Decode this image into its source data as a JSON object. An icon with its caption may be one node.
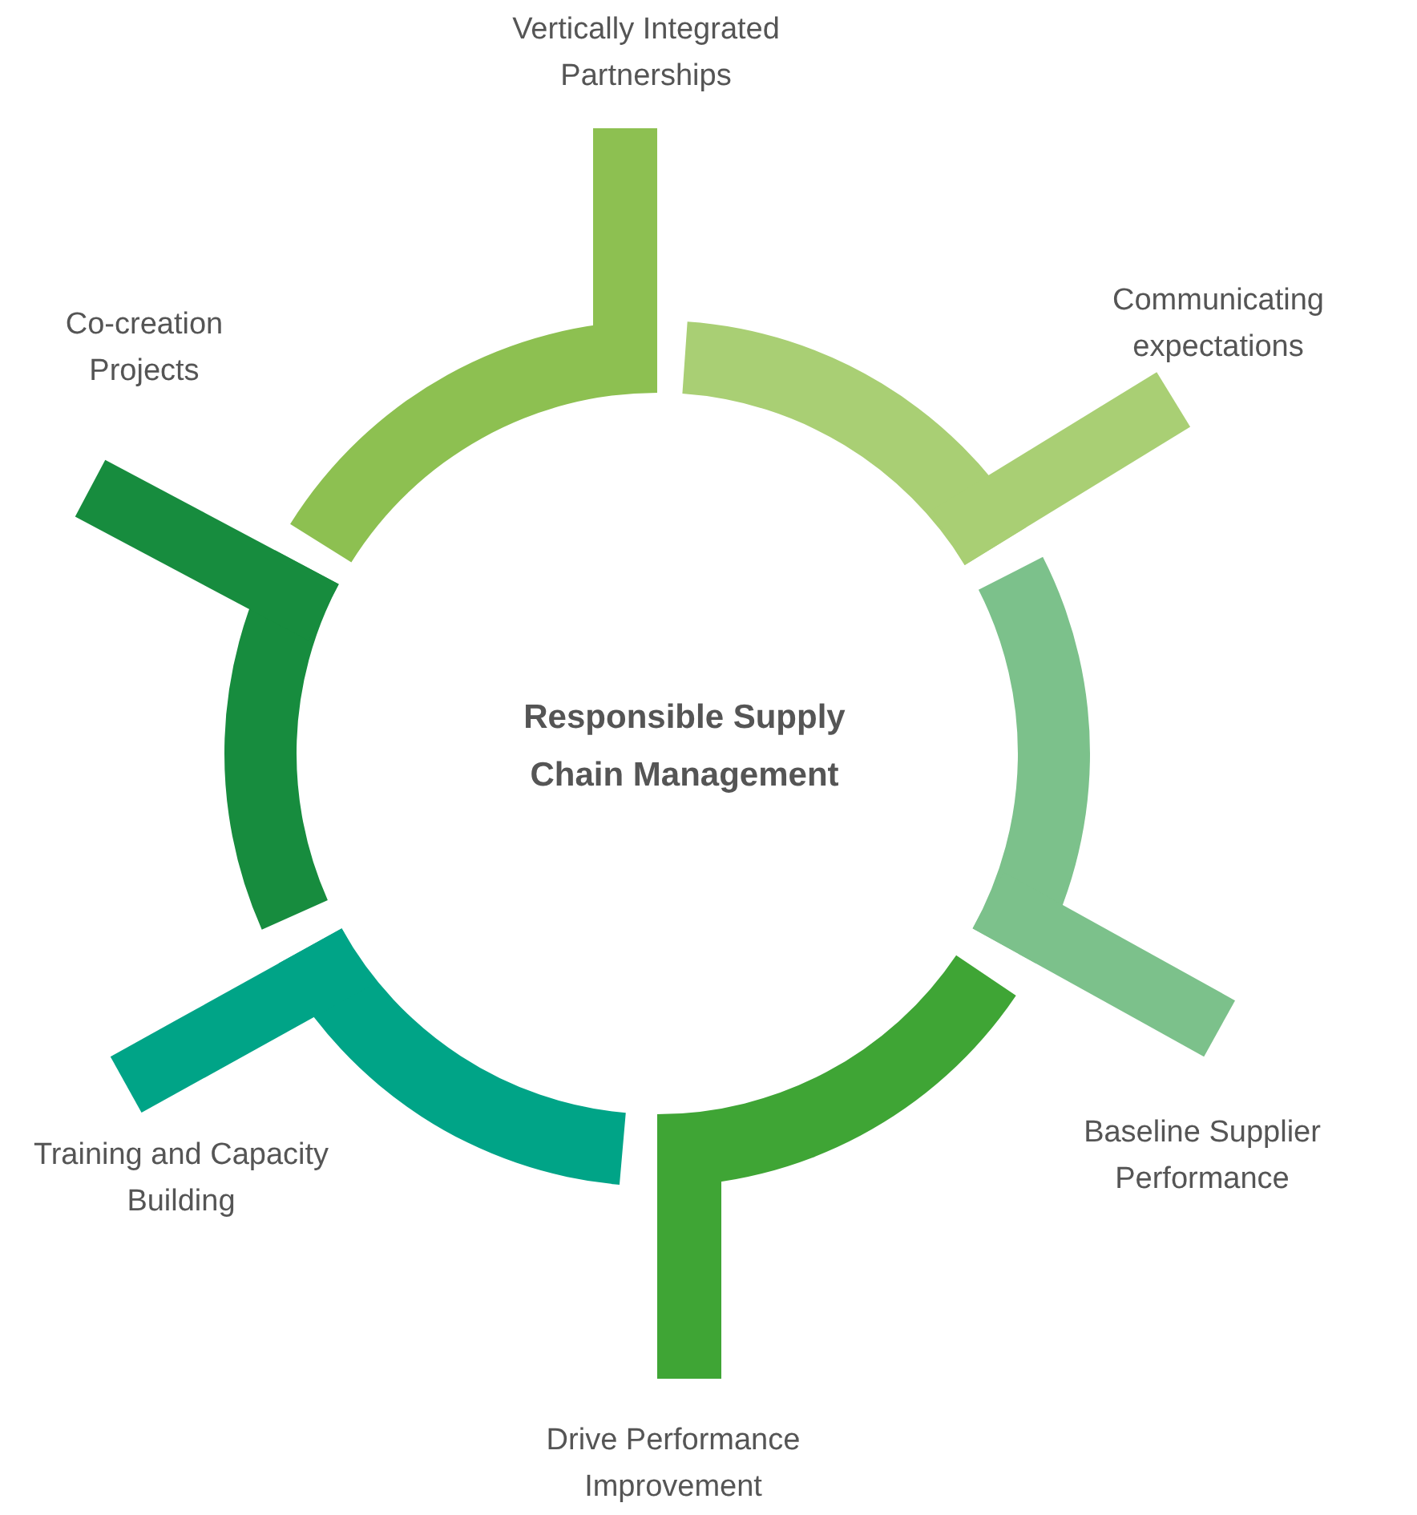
{
  "diagram": {
    "nodes": [
      {
        "text": [
          "Vertically Integrated Partnerships"
        ]
      },
      {
        "text": [
          "Communicating expectations"
        ]
      },
      {
        "text": [
          "Baseline Supplier Performance"
        ]
      },
      {
        "text": [
          "Drive Performance Improvement"
        ]
      },
      {
        "text": [
          "Training and Capacity Building"
        ]
      },
      {
        "text": [
          "Co-creation Projects"
        ]
      }
    ],
    "edges": [],
    "labels": [
      "Responsible Supply Chain Management"
    ]
  }
}
